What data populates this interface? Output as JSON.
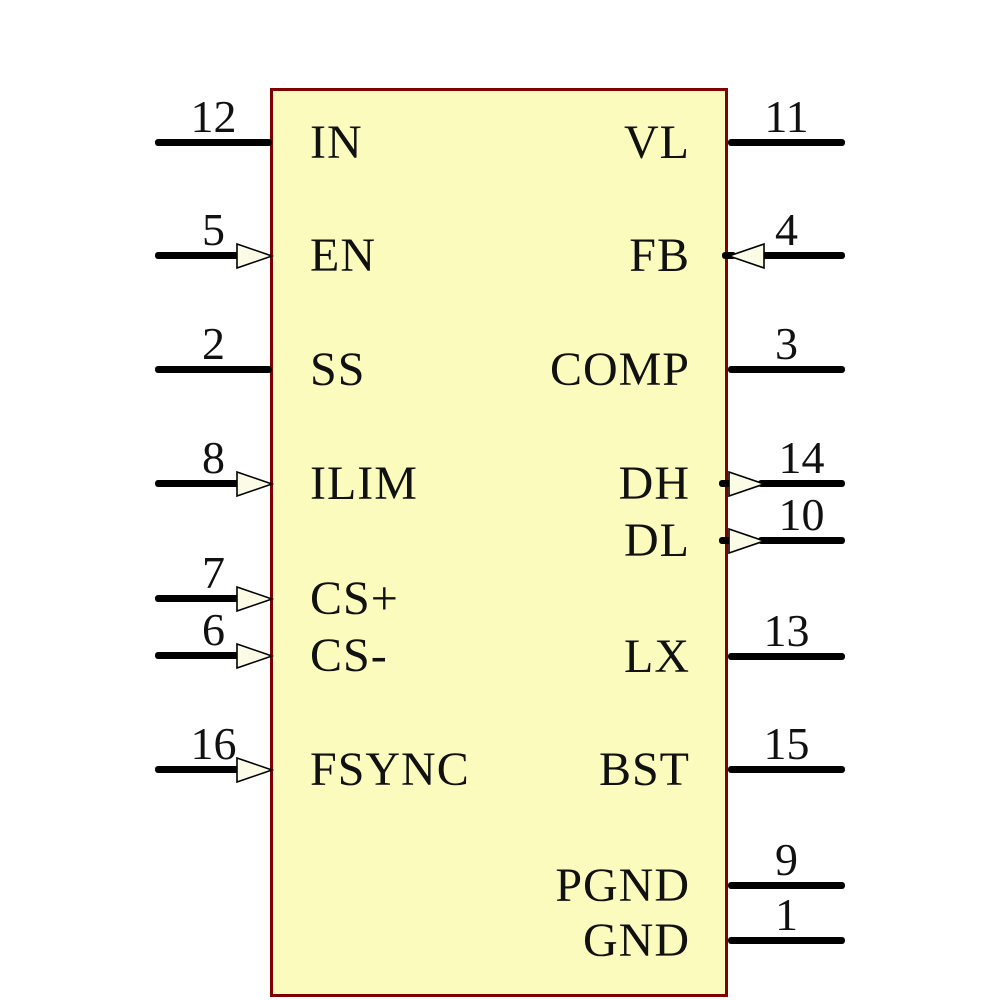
{
  "diagram": {
    "kind": "ic-schematic-symbol",
    "body_fill": "#FBFBBE",
    "body_border_color": "#7F0000",
    "wire_color": "#000000",
    "arrow_fill": "#FBFBE6",
    "text_color": "#111111"
  },
  "pins": {
    "left": [
      {
        "number": "12",
        "label": "IN",
        "arrow": "none"
      },
      {
        "number": "5",
        "label": "EN",
        "arrow": "in"
      },
      {
        "number": "2",
        "label": "SS",
        "arrow": "none"
      },
      {
        "number": "8",
        "label": "ILIM",
        "arrow": "in"
      },
      {
        "number": "7",
        "label": "CS+",
        "arrow": "in"
      },
      {
        "number": "6",
        "label": "CS-",
        "arrow": "in"
      },
      {
        "number": "16",
        "label": "FSYNC",
        "arrow": "in"
      }
    ],
    "right": [
      {
        "number": "11",
        "label": "VL",
        "arrow": "none"
      },
      {
        "number": "4",
        "label": "FB",
        "arrow": "in"
      },
      {
        "number": "3",
        "label": "COMP",
        "arrow": "none"
      },
      {
        "number": "14",
        "label": "DH",
        "arrow": "out"
      },
      {
        "number": "10",
        "label": "DL",
        "arrow": "out"
      },
      {
        "number": "13",
        "label": "LX",
        "arrow": "none"
      },
      {
        "number": "15",
        "label": "BST",
        "arrow": "none"
      },
      {
        "number": "9",
        "label": "PGND",
        "arrow": "none"
      },
      {
        "number": "1",
        "label": "GND",
        "arrow": "none"
      }
    ]
  }
}
